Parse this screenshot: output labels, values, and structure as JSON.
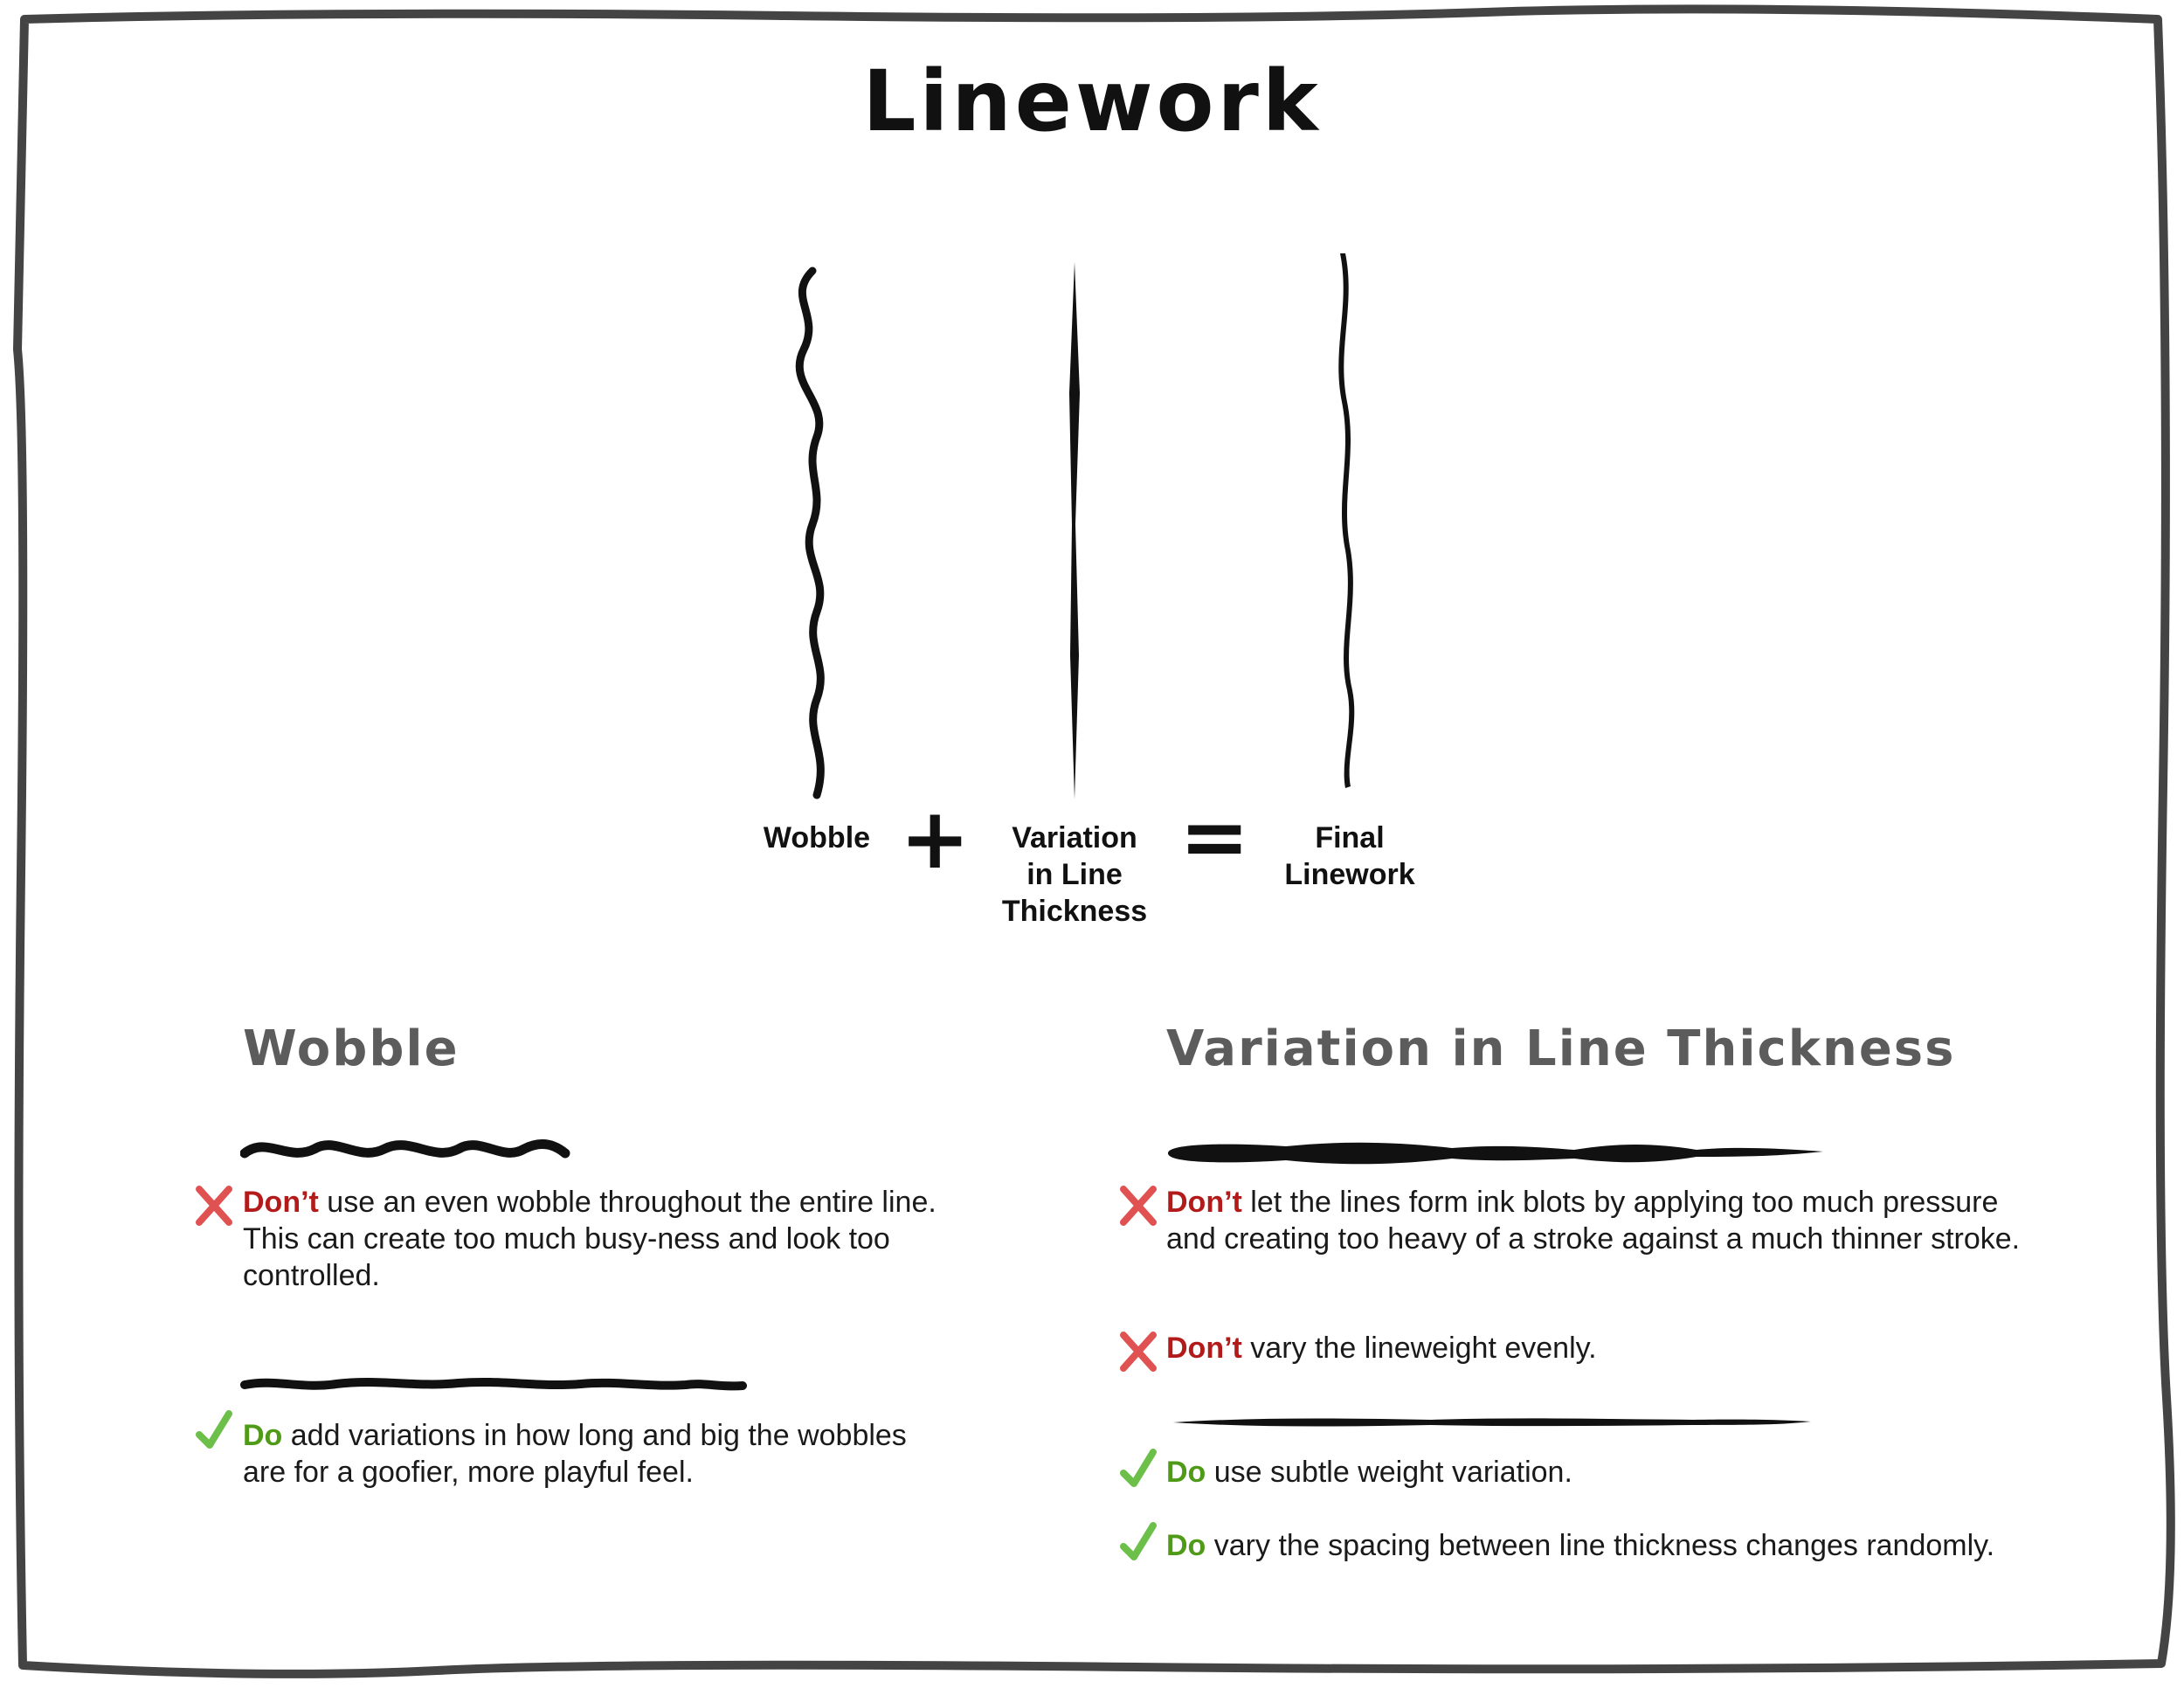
{
  "title": "Linework",
  "equation": {
    "term1": "Wobble",
    "plus": "+",
    "term2": "Variation\nin Line\nThickness",
    "equals": "=",
    "result": "Final\nLinework"
  },
  "wobble_section": {
    "heading": "Wobble",
    "dont": {
      "keyword": "Don’t",
      "text": " use an even wobble throughout the entire line. This can create too much busy-ness and look too controlled."
    },
    "do": {
      "keyword": "Do",
      "text": " add variations in how long and big the wobbles are for a goofier, more playful feel."
    }
  },
  "thickness_section": {
    "heading": "Variation in Line Thickness",
    "dont1": {
      "keyword": "Don’t",
      "text": " let the lines form ink blots by applying too much pressure and creating too heavy of a stroke against a much thinner stroke."
    },
    "dont2": {
      "keyword": "Don’t",
      "text": " vary the lineweight evenly."
    },
    "do1": {
      "keyword": "Do",
      "text": " use subtle weight variation."
    },
    "do2": {
      "keyword": "Do",
      "text": " vary the spacing between line thickness changes randomly."
    }
  },
  "colors": {
    "dont": "#b31b1b",
    "do": "#4f9a16",
    "cross_mark": "#e05252",
    "check_mark": "#6cc04a",
    "heading_gray": "#5c5c5c",
    "ink": "#111111"
  },
  "icons": {
    "cross": "x-icon",
    "check": "check-icon"
  }
}
